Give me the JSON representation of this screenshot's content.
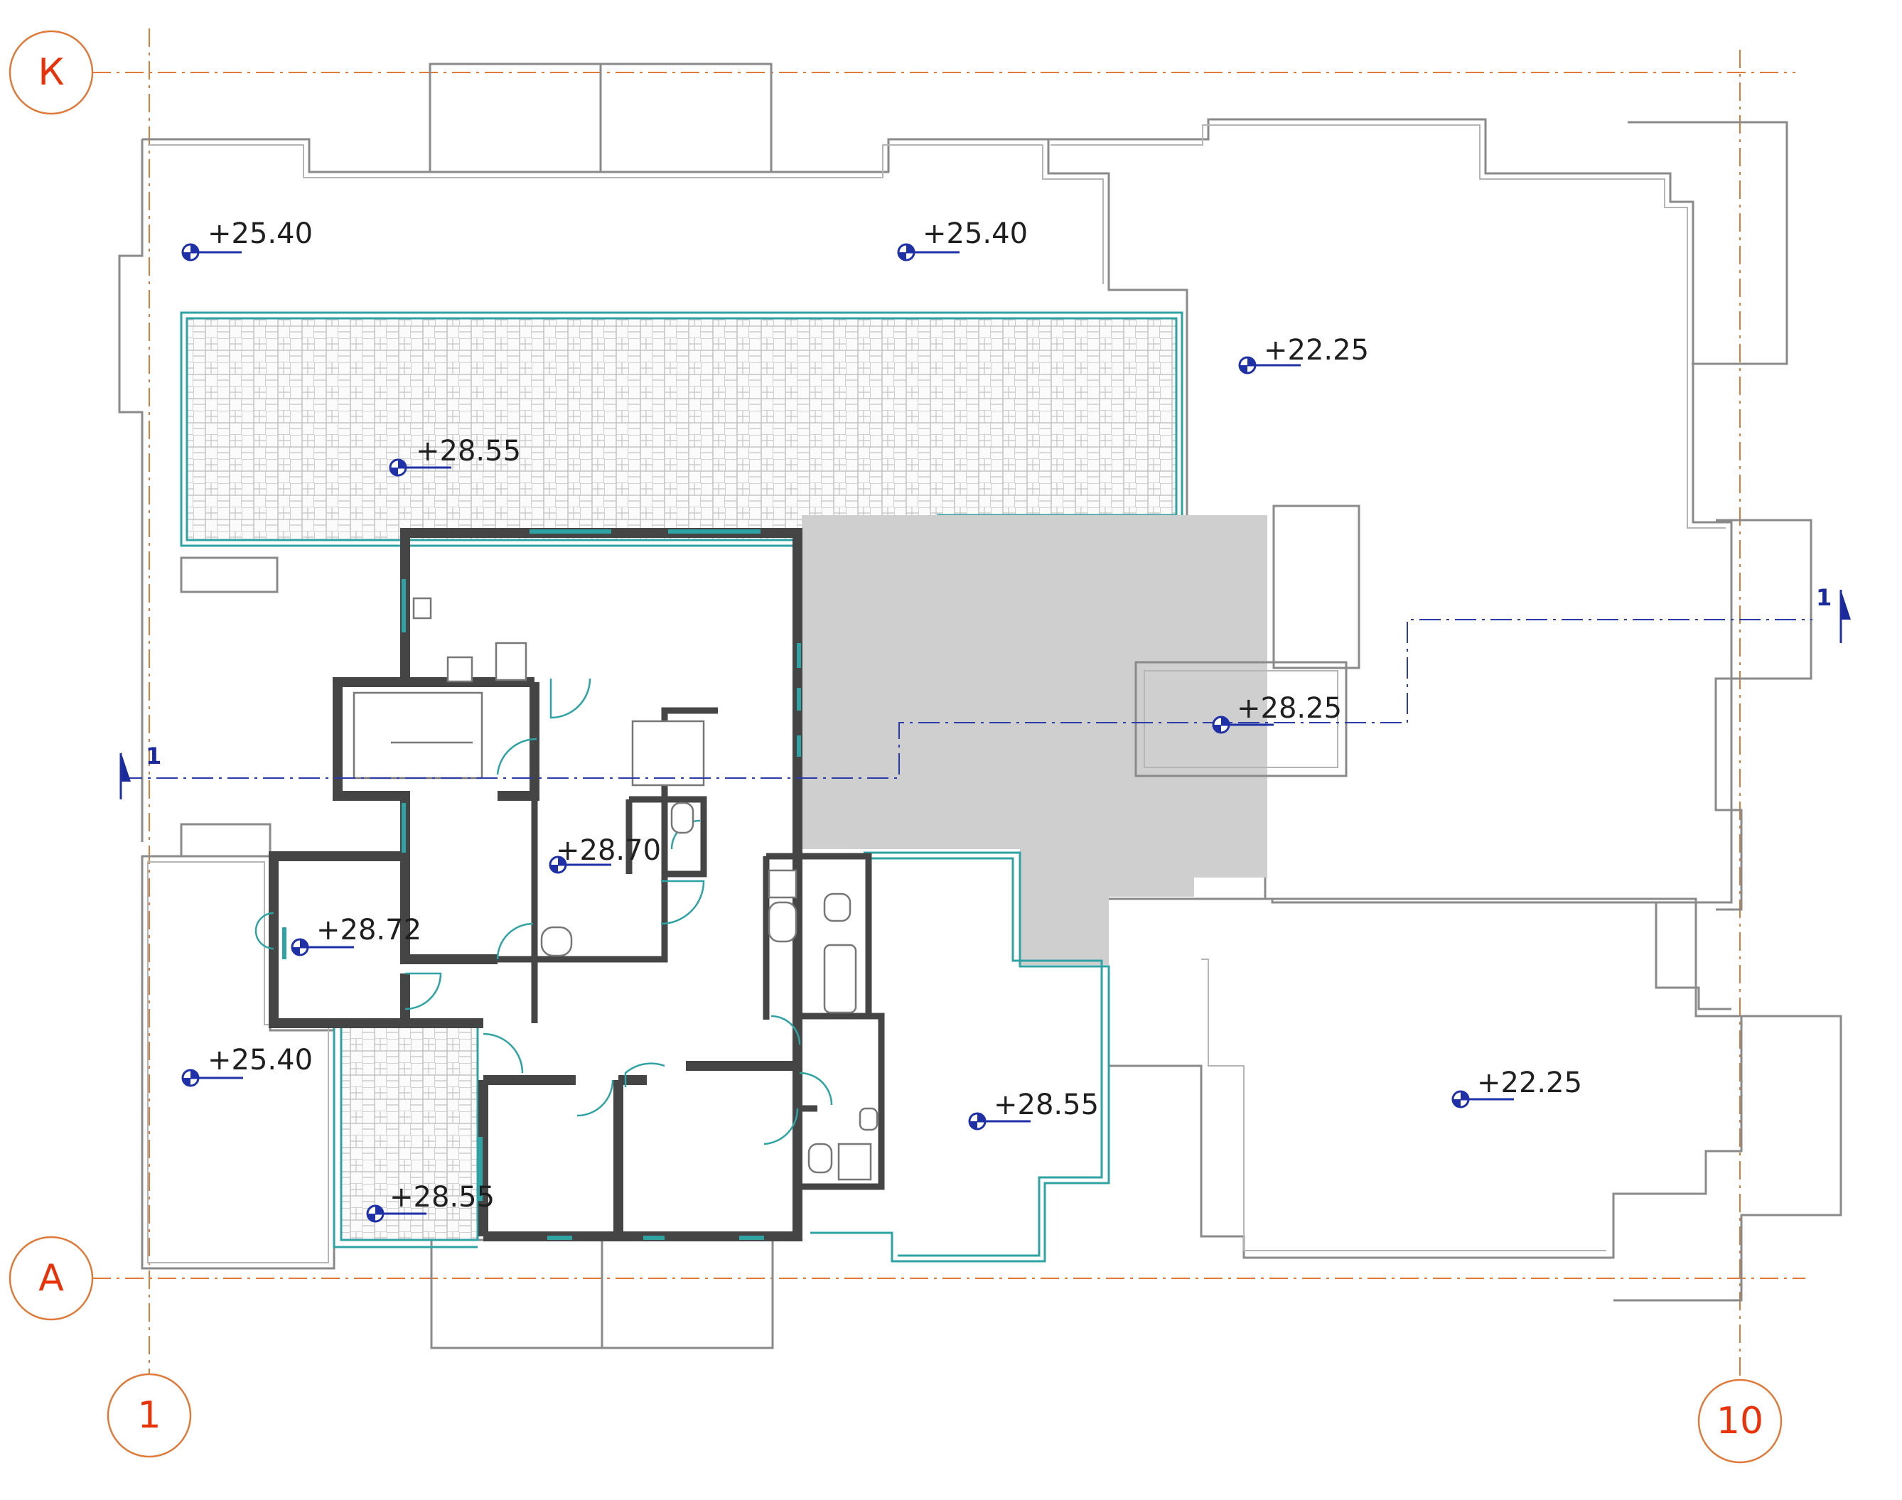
{
  "axes": {
    "rows": [
      {
        "id": "row-K",
        "label": "К"
      },
      {
        "id": "row-A",
        "label": "А"
      }
    ],
    "columns": [
      {
        "id": "col-1",
        "label": "1"
      },
      {
        "id": "col-10",
        "label": "10"
      }
    ]
  },
  "section": {
    "label": "1"
  },
  "levels": [
    {
      "id": "roof-nw",
      "text": "+25.40"
    },
    {
      "id": "roof-n",
      "text": "+25.40"
    },
    {
      "id": "roof-ne",
      "text": "+22.25"
    },
    {
      "id": "terrace-n",
      "text": "+28.55"
    },
    {
      "id": "terrace-e-upper",
      "text": "+28.25"
    },
    {
      "id": "apartment-core",
      "text": "+28.70"
    },
    {
      "id": "apartment-w",
      "text": "+28.72"
    },
    {
      "id": "roof-sw",
      "text": "+25.40"
    },
    {
      "id": "terrace-se",
      "text": "+28.55"
    },
    {
      "id": "roof-se",
      "text": "+22.25"
    },
    {
      "id": "terrace-sw",
      "text": "+28.55"
    }
  ],
  "colors": {
    "axis": "#e07a3a",
    "axis_text": "#e8320a",
    "walls": "#454545",
    "glazing": "#2fa3a3",
    "level_marker": "#2031a8",
    "shaded_area": "#cfcfcf"
  }
}
